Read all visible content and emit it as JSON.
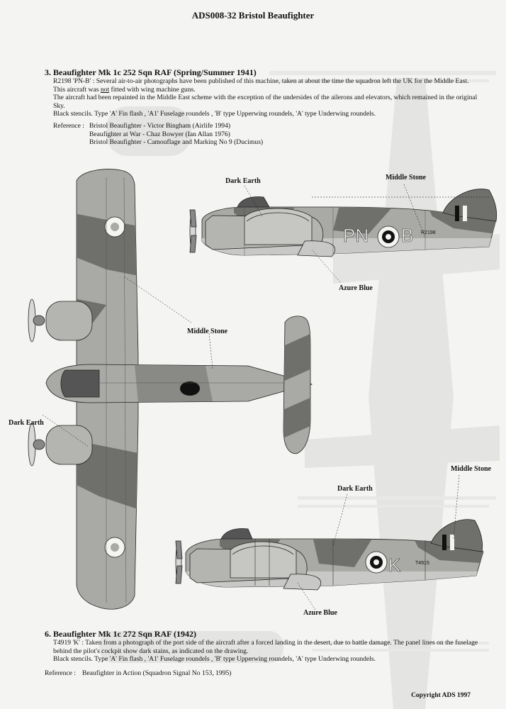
{
  "header": {
    "title": "ADS008-32  Bristol Beaufighter"
  },
  "section3": {
    "title": "3.  Beaufighter Mk 1c  252 Sqn RAF (Spring/Summer 1941)",
    "lines": [
      "R2198  'PN-B' : Several air-to-air photographs have been published of this machine, taken at about the time the squadron left the UK for the Middle East.",
      "The aircraft had been repainted in the Middle East scheme with the exception of the undersides of the ailerons and elevators, which remained in the original Sky.",
      "Black stencils. Type 'A' Fin flash , 'A1' Fuselage roundels , 'B' type Upperwing roundels, 'A' type Underwing roundels."
    ],
    "gun_note": {
      "pre": "This aircraft was ",
      "emph": "not",
      "post": " fitted with wing machine guns."
    },
    "reference_label": "Reference :",
    "references": [
      "Bristol Beaufighter - Victor Bingham  (Airlife 1994)",
      "Beaufighter at War - Chaz Bowyer  (Ian Allan 1976)",
      "Bristol Beaufighter  - Camouflage and Marking No 9 (Ducimus)"
    ]
  },
  "callouts": {
    "dark_earth_side_top": "Dark Earth",
    "middle_stone_side_top": "Middle Stone",
    "azure_blue_side_top": "Azure Blue",
    "middle_stone_plan": "Middle Stone",
    "dark_earth_plan": "Dark Earth",
    "middle_stone_side_bottom": "Middle Stone",
    "dark_earth_side_bottom": "Dark Earth",
    "azure_blue_side_bottom": "Azure Blue"
  },
  "markings": {
    "top_code_left": "PN",
    "top_code_right": "B",
    "top_serial": "R2198",
    "bottom_code": "K",
    "bottom_serial": "T4915"
  },
  "section6": {
    "title": "6.  Beaufighter Mk 1c  272 Sqn RAF (1942)",
    "lines": [
      "T4919  'K' : Taken from a photograph of the port side of the aircraft after a forced landing in the desert, due to battle damage.  The panel lines on the fuselage behind the pilot's cockpit show dark stains, as indicated on the drawing.",
      "Black stencils.  Type 'A' Fin flash , 'A1' Fuselage roundels , 'B' type Upperwing roundels, 'A' type Underwing roundels."
    ],
    "reference_label": "Reference :",
    "references": [
      "Beaufighter in Action  (Squadron Signal No 153, 1995)"
    ]
  },
  "footer": {
    "copyright": "Copyright  ADS 1997"
  },
  "colors": {
    "middle_stone": "#a9a9a6",
    "dark_earth": "#6f6f6c",
    "azure_blue": "#c8c8c6",
    "paper": "#f4f4f2"
  }
}
